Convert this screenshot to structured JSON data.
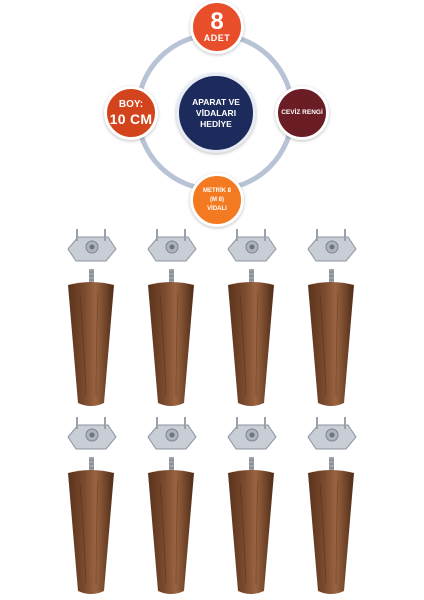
{
  "badges": {
    "quantity_number": "8",
    "quantity_unit": "ADET",
    "height_label": "BOY:",
    "height_value": "10 CM",
    "center_line1": "APARAT VE",
    "center_line2": "VİDALARI",
    "center_line3": "HEDİYE",
    "color_label": "CEVİZ RENGİ",
    "screw_line1": "METRİK 8",
    "screw_line2": "(M 8)",
    "screw_line3": "VİDALI"
  },
  "colors": {
    "ring": "#b9c3d6",
    "quantity": "#e94e2a",
    "height": "#d4441c",
    "center": "#1d2b5c",
    "wood": "#7a4a2e",
    "screw": "#f37a20",
    "walnut_badge": "#6b1d26"
  },
  "product": {
    "leg_count": 8
  }
}
